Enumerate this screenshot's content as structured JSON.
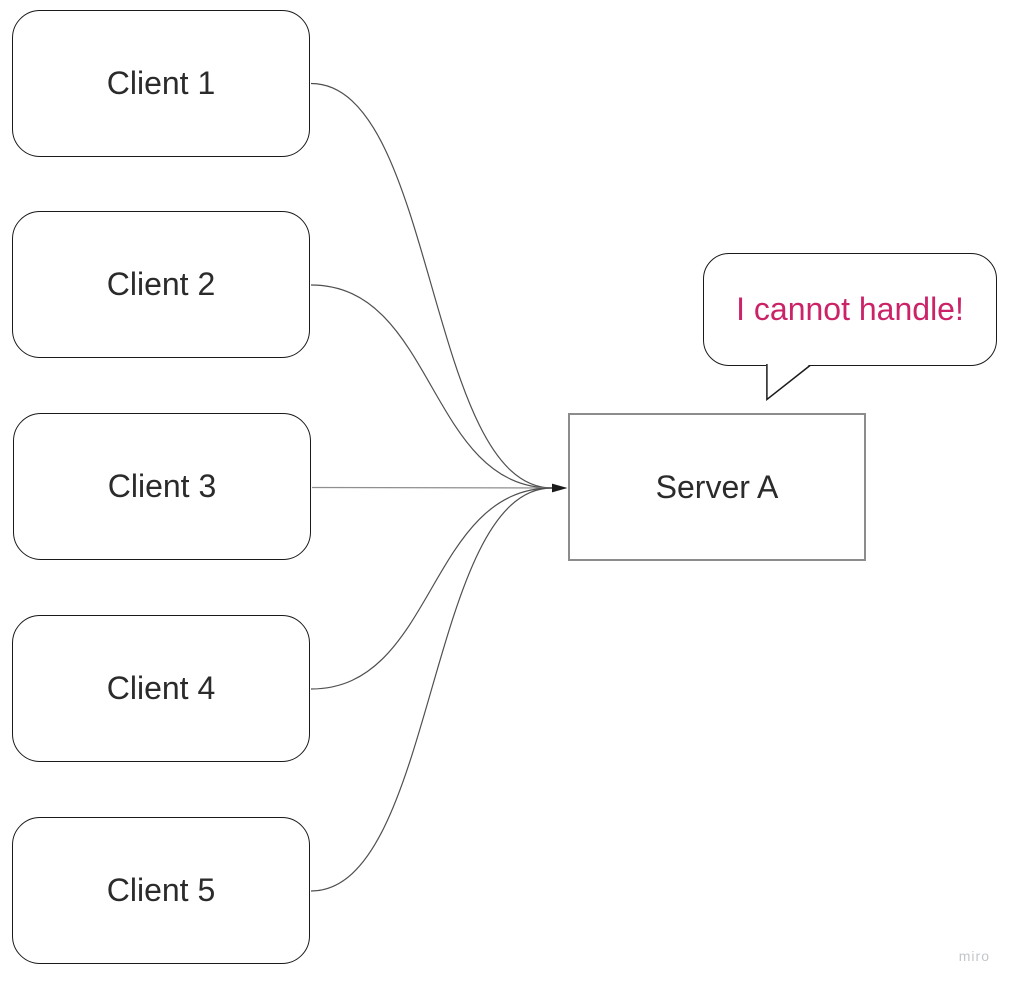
{
  "app": {
    "watermark": "miro"
  },
  "diagram": {
    "clients": [
      {
        "label": "Client 1"
      },
      {
        "label": "Client 2"
      },
      {
        "label": "Client 3"
      },
      {
        "label": "Client 4"
      },
      {
        "label": "Client 5"
      }
    ],
    "server": {
      "label": "Server A"
    },
    "callout": {
      "text": "I cannot handle!"
    },
    "connections": [
      {
        "from": "Client 1",
        "to": "Server A"
      },
      {
        "from": "Client 2",
        "to": "Server A"
      },
      {
        "from": "Client 3",
        "to": "Server A"
      },
      {
        "from": "Client 4",
        "to": "Server A"
      },
      {
        "from": "Client 5",
        "to": "Server A"
      }
    ]
  },
  "colors": {
    "callout_text": "#cb2368",
    "client_border": "#1a1a1a",
    "server_border": "#8c8c8c",
    "connector": "#4f4f4f",
    "arrowhead": "#1a1a1a",
    "watermark": "#c2c6cb",
    "background": "#ffffff"
  }
}
